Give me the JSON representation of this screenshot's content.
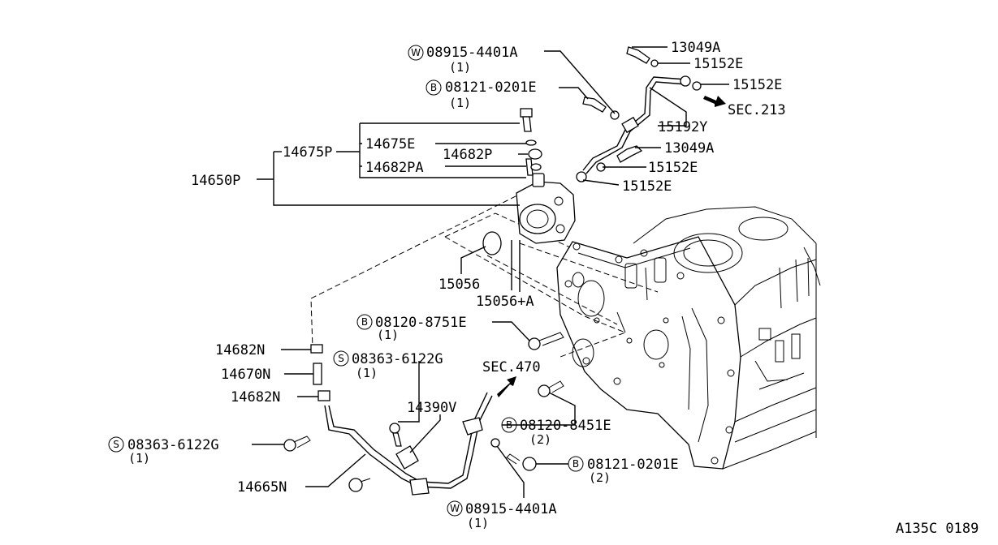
{
  "diagram_id": "A135C 0189",
  "labels": {
    "p13049A_top": "13049A",
    "p15152E_1": "15152E",
    "p15152E_2": "15152E",
    "p15192Y": "15192Y",
    "sec213": "SEC.213",
    "p13049A_mid": "13049A",
    "p15152E_3": "15152E",
    "p15152E_4": "15152E",
    "w_top": "08915-4401A",
    "w_top_qty": "(1)",
    "b_top": "08121-0201E",
    "b_top_qty": "(1)",
    "p14675P": "14675P",
    "p14675E": "14675E",
    "p14682P": "14682P",
    "p14682PA": "14682PA",
    "p14650P": "14650P",
    "p15056": "15056",
    "p15056A": "15056+A",
    "b_mid": "08120-8751E",
    "b_mid_qty": "(1)",
    "p14682N_1": "14682N",
    "p14670N": "14670N",
    "p14682N_2": "14682N",
    "s_mid": "08363-6122G",
    "s_mid_qty": "(1)",
    "sec470": "SEC.470",
    "p14390V": "14390V",
    "b_low": "08120-8451E",
    "b_low_qty": "(2)",
    "s_left": "08363-6122G",
    "s_left_qty": "(1)",
    "b_bot": "08121-0201E",
    "b_bot_qty": "(2)",
    "p14665N": "14665N",
    "w_bot": "08915-4401A",
    "w_bot_qty": "(1)"
  },
  "prefixes": {
    "w": "W",
    "b": "B",
    "s": "S"
  }
}
